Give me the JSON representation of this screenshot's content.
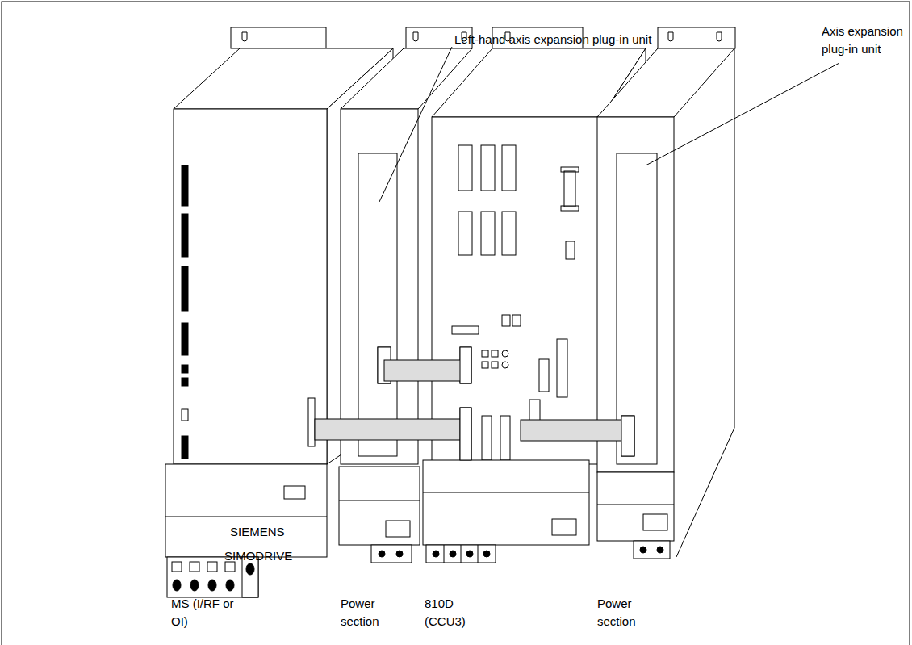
{
  "diagram": {
    "labels": [
      "Left-hand axis expansion plug-in unit",
      "Axis expansion plug-in unit",
      "SIEMENS",
      "SIMODRIVE",
      "MS (I/RF or OI)",
      "Power section",
      "810D (CCU3)",
      "Power section"
    ]
  }
}
